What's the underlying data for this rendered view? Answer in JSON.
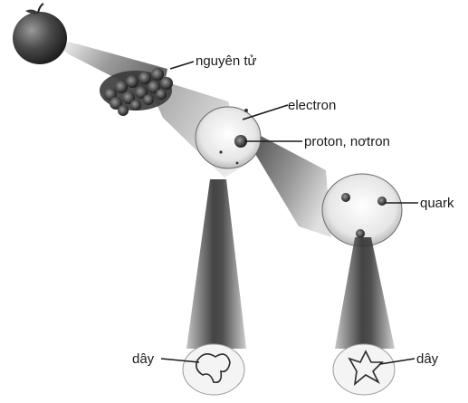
{
  "labels": {
    "atom": "nguyên tử",
    "electron": "electron",
    "nucleon": "proton, nơtron",
    "quark": "quark",
    "string_left": "dây",
    "string_right": "dây"
  },
  "colors": {
    "background": "#ffffff",
    "ink": "#1a1a1a",
    "beam_dark": "#4a4a4a",
    "beam_light": "#d9d9d9",
    "apple": "#3c3c3c"
  }
}
